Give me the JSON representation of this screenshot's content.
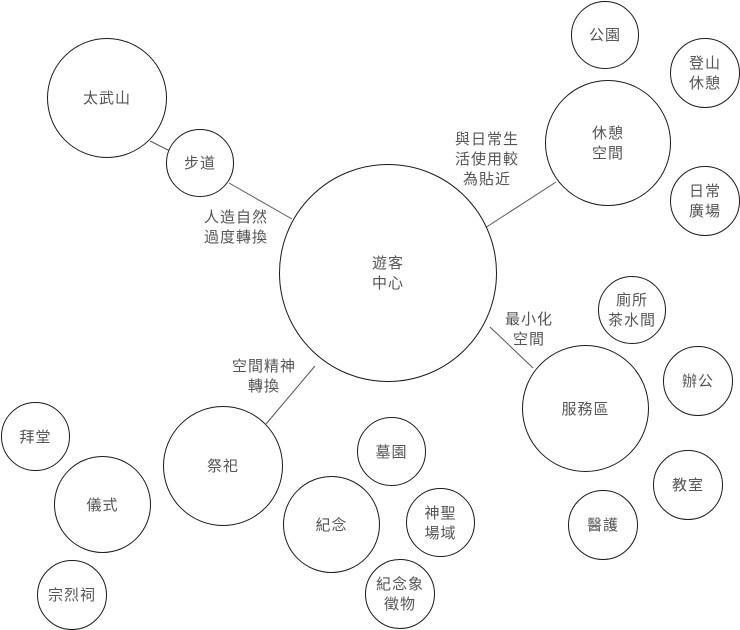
{
  "diagram": {
    "nodes": {
      "taiwushan": "太武山",
      "trail": "步道",
      "visitor_center": "遊客\n中心",
      "rest_space": "休憩\n空間",
      "park": "公園",
      "hiking_rest": "登山\n休憩",
      "daily_plaza": "日常\n廣場",
      "restroom_tea": "廁所\n茶水間",
      "office": "辦公",
      "service_area": "服務區",
      "classroom": "教室",
      "medical": "醫護",
      "worship": "祭祀",
      "worship_hall": "拜堂",
      "ceremony": "儀式",
      "martyrs_shrine": "宗烈祠",
      "memorial": "紀念",
      "cemetery": "墓園",
      "sacred_field": "神聖\n場域",
      "memorial_symbol": "紀念象\n徵物"
    },
    "edge_labels": {
      "artificial_natural": "人造自然\n過度轉換",
      "daily_life": "與日常生\n活使用較\n為貼近",
      "minimal_space": "最小化\n空間",
      "spiritual": "空間精神\n轉換"
    },
    "colors": {
      "stroke": "#1a1a1a",
      "text": "#555555",
      "line": "#555555"
    }
  }
}
